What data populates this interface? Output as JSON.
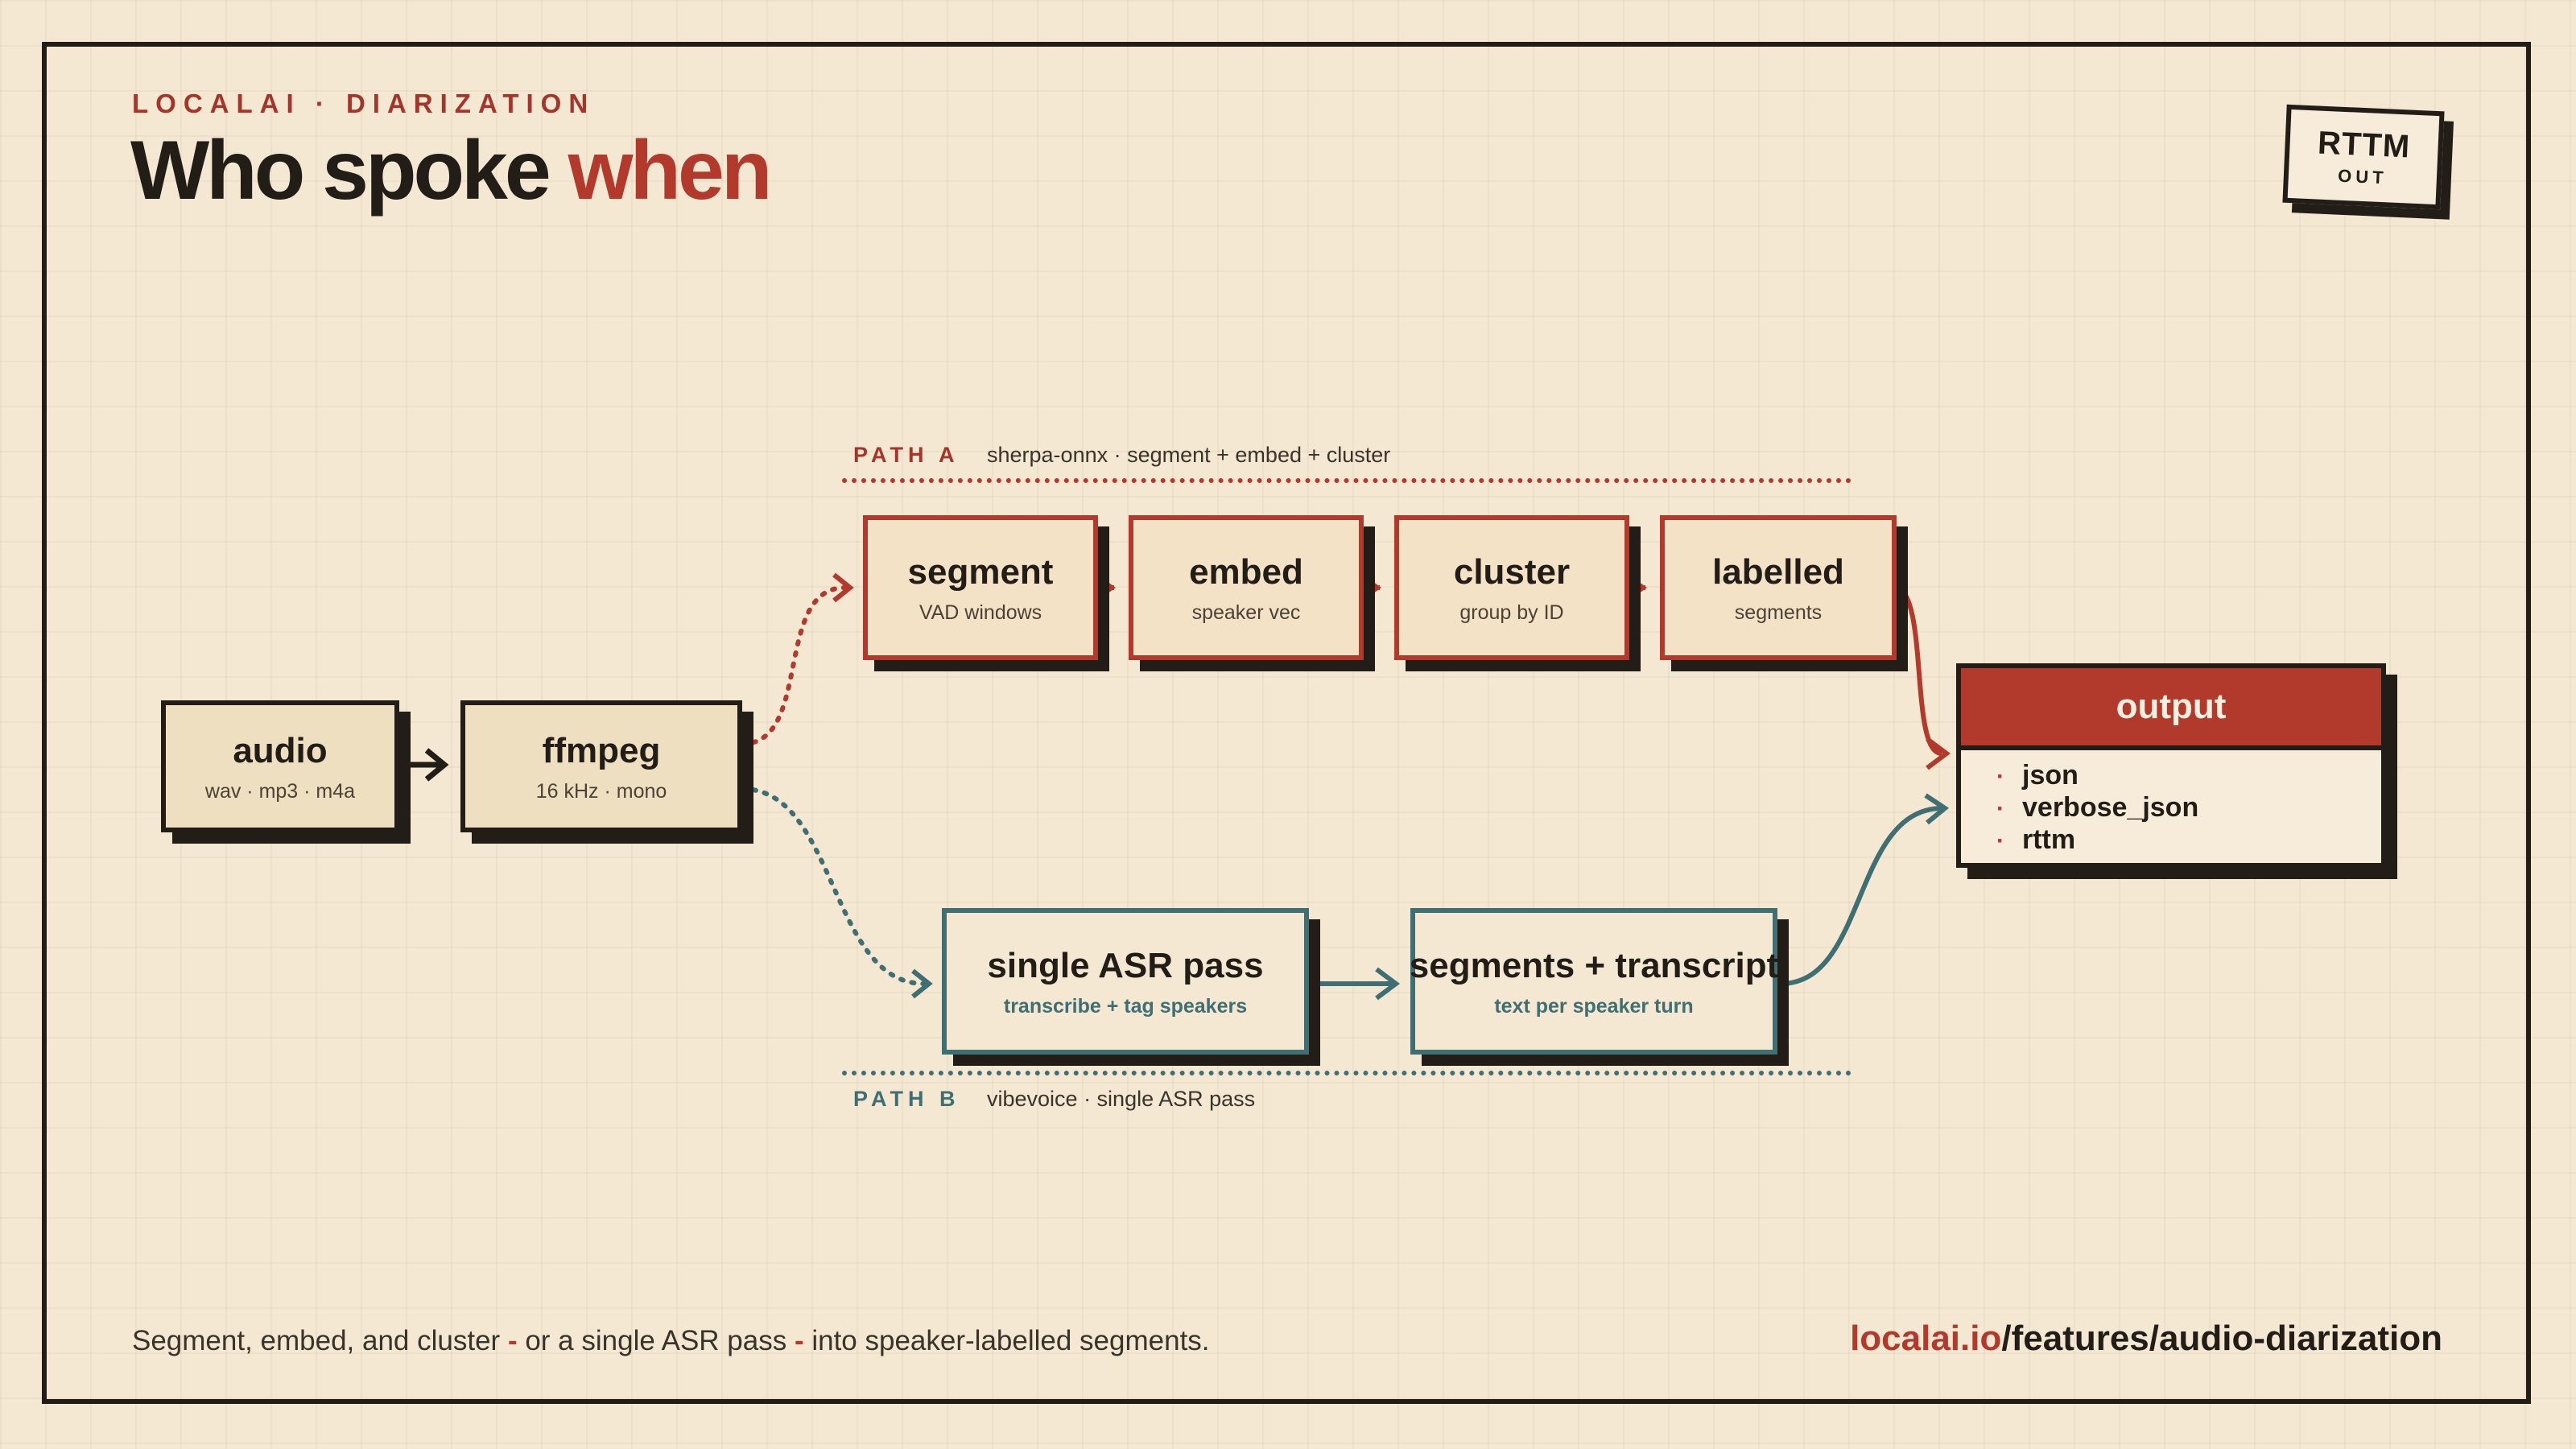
{
  "header": {
    "kicker": "LOCALAI · DIARIZATION",
    "title_main": "Who spoke",
    "title_accent": "when"
  },
  "badge": {
    "line1": "RTTM",
    "line2": "OUT"
  },
  "paths": {
    "a": {
      "label": "PATH A",
      "desc": "sherpa-onnx · segment + embed + cluster",
      "color": "#b23a2c"
    },
    "b": {
      "label": "PATH B",
      "desc": "vibevoice · single ASR pass",
      "color": "#3f6e73"
    }
  },
  "nodes": {
    "audio": {
      "name": "audio",
      "sub": "wav · mp3 · m4a"
    },
    "ffmpeg": {
      "name": "ffmpeg",
      "sub": "16 kHz · mono"
    },
    "segment": {
      "name": "segment",
      "sub": "VAD windows"
    },
    "embed": {
      "name": "embed",
      "sub": "speaker vec"
    },
    "cluster": {
      "name": "cluster",
      "sub": "group by ID"
    },
    "labelled": {
      "name": "labelled",
      "sub": "segments"
    },
    "asr": {
      "name": "single ASR pass",
      "sub": "transcribe + tag speakers"
    },
    "transcript": {
      "name": "segments + transcript",
      "sub": "text per speaker turn"
    }
  },
  "output": {
    "title": "output",
    "formats": [
      "json",
      "verbose_json",
      "rttm"
    ]
  },
  "footer": {
    "caption_a": "Segment, embed, and cluster",
    "caption_dash1": " - ",
    "caption_b": "or a single ASR pass",
    "caption_dash2": " - ",
    "caption_c": "into speaker-labelled segments.",
    "url_domain": "localai.io",
    "url_path": "/features/audio-diarization"
  },
  "colors": {
    "ink": "#221d17",
    "red": "#b23a2c",
    "teal": "#3f6e73",
    "paper": "#f4e8d3"
  }
}
